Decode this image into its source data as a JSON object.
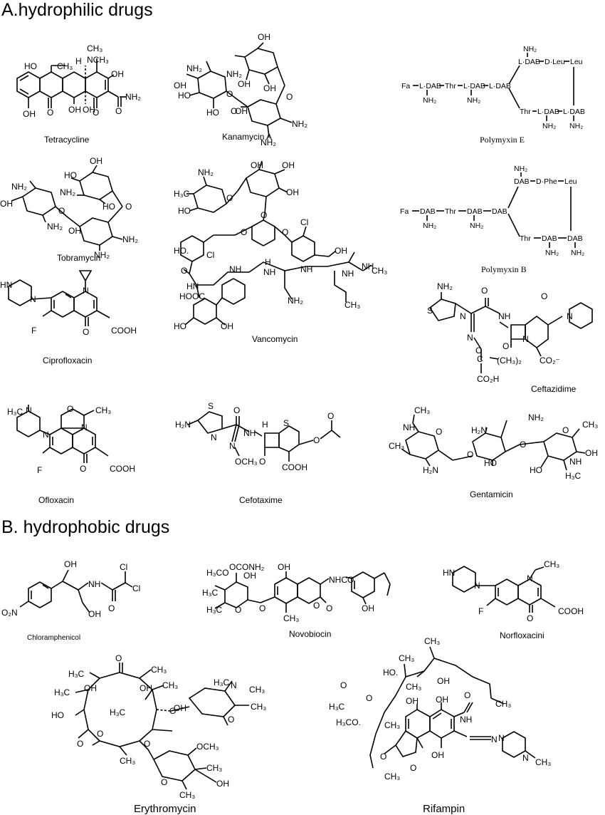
{
  "sections": {
    "a": "A.hydrophilic drugs",
    "b": "B. hydrophobic drugs"
  },
  "names": {
    "tetracycline": "Tetracycline",
    "kanamycin": "Kanamycin A",
    "polymyxin_e": "Polymyxin E",
    "tobramycin": "Tobramycin",
    "vancomycin": "Vancomycin",
    "polymyxin_b": "Polymyxin B",
    "ciprofloxacin": "Ciprofloxacin",
    "ceftazidime": "Ceftazidime",
    "ofloxacin": "Ofloxacin",
    "cefotaxime": "Cefotaxime",
    "gentamicin": "Gentamicin",
    "chloramphenicol": "Chloramphenicol",
    "novobiocin": "Novobiocin",
    "norfloxacin": "Norfloxacini",
    "erythromycin": "Erythromycin",
    "rifampin": "Rifampin"
  },
  "atoms": {
    "nh2": "NH₂",
    "n": "N",
    "nh": "NH",
    "hn": "HN",
    "oh": "OH",
    "ho": "HO",
    "o": "O",
    "s": "S",
    "f": "F",
    "cl": "Cl",
    "ch3": "CH₃",
    "h3c": "H₃C",
    "nch3": "NCH₃",
    "h": "H",
    "cooh": "COOH",
    "hooc": "HOOC",
    "conh2_full": "C—NH₂",
    "h2n": "H₂N",
    "co2h": "CO₂H",
    "co2": "CO₂⁻",
    "ch32": "(CH₃)₂",
    "c": "C",
    "och3": "OCH₃",
    "nhco": "NHCO",
    "oconh2": "OCONH₂",
    "h3co": "H₃CO",
    "o2n": "O₂N",
    "ho_h": "HO.",
    "ho_dot": "HO.",
    "h3co_rif": "H₃CO.",
    "h3c_ring": "H₃C"
  },
  "polymyxin_e": {
    "fa": "Fa",
    "ldab": "L·DAB",
    "thr": "Thr",
    "dleu": "D·Leu",
    "leu": "Leu",
    "nh2": "NH₂"
  },
  "polymyxin_b": {
    "fa": "Fa",
    "dab": "DAB",
    "thr": "Thr",
    "dphe": "D·Phe",
    "leu": "Leu",
    "nh2": "NH₂"
  }
}
